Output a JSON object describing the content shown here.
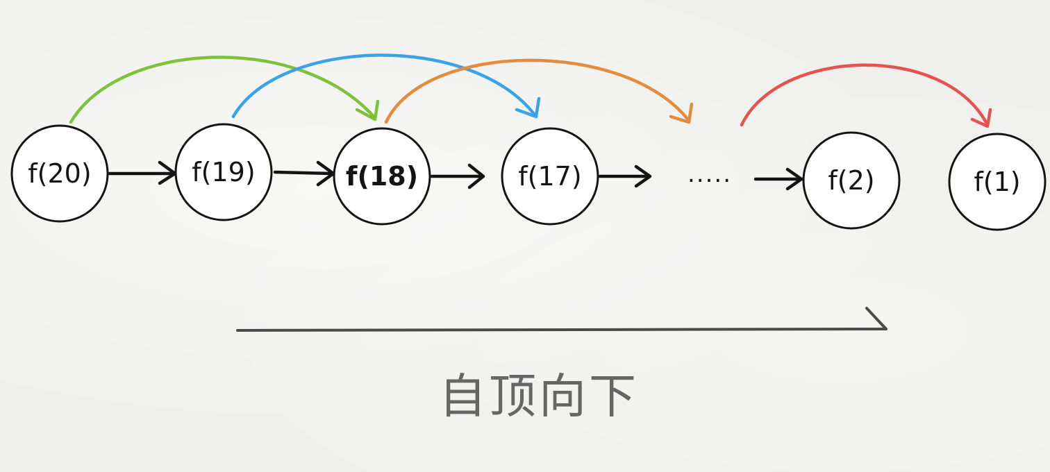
{
  "nodes": [
    {
      "label": "f(20)"
    },
    {
      "label": "f(19)"
    },
    {
      "label": "f(18)"
    },
    {
      "label": "f(17)"
    },
    {
      "label": "f(2)"
    },
    {
      "label": "f(1)"
    }
  ],
  "ellipsis": ".....",
  "caption": "自顶向下",
  "colors": {
    "green": "#7cc23a",
    "blue": "#3aa3e6",
    "orange": "#e48b3c",
    "red": "#e5534f",
    "node_stroke": "#141414",
    "caption": "#666666"
  }
}
